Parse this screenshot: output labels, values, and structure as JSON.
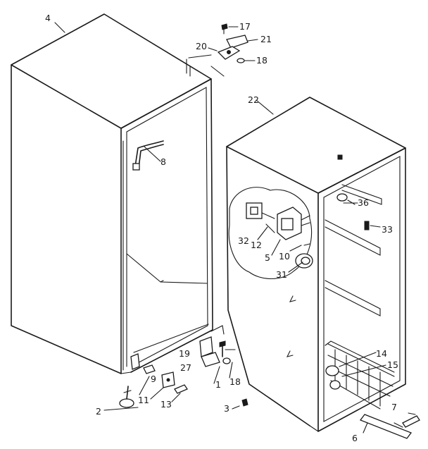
{
  "diagram": {
    "labels": {
      "l4": "4",
      "l17": "17",
      "l21": "21",
      "l20": "20",
      "l18a": "18",
      "l22": "22",
      "l8": "8",
      "l36": "36",
      "l33": "33",
      "l32": "32",
      "l12": "12",
      "l5": "5",
      "l10": "10",
      "l31": "31",
      "l14": "14",
      "l15": "15",
      "l19": "19",
      "l27": "27",
      "l18b": "18",
      "l1": "1",
      "l9": "9",
      "l11": "11",
      "l13": "13",
      "l2": "2",
      "l3": "3",
      "l7": "7",
      "l6": "6"
    }
  }
}
